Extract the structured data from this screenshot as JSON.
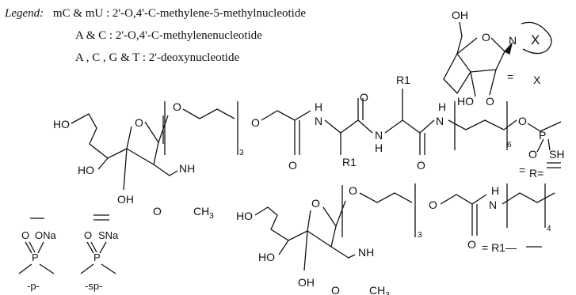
{
  "legend": {
    "header": "Legend:",
    "line1": "mC & mU : 2'-O,4'-C-methylene-5-methylnucleotide",
    "line2": "A  & C : 2'-O,4'-C-methylenenucleotide",
    "line3": "A , C , G & T : 2'-deoxynucleotide"
  },
  "lna": {
    "oh": "OH",
    "o1": "O",
    "n": "N",
    "x_circle": "X",
    "eq": "=",
    "x": "X",
    "ho": "HO",
    "o2": "O"
  },
  "main": {
    "ho_top": "HO",
    "o_ring": "O",
    "o_link": "O",
    "sub3": "3",
    "o_link2": "O",
    "h1": "H",
    "n1": "N",
    "o_c1": "O",
    "h2": "H",
    "n2": "N",
    "o_c2": "O",
    "r1_top": "R1",
    "r1_bot": "R1",
    "o_c3": "O",
    "h3": "H",
    "n3": "N",
    "sub6": "6",
    "o_p": "O",
    "p": "P",
    "o_p2": "O",
    "sh": "SH",
    "eq_r": "=",
    "r_eq": "R=",
    "ho_left": "HO",
    "nh": "NH",
    "oh_bot": "OH",
    "o_ac": "O",
    "ch3": "CH",
    "ch3_sub": "3"
  },
  "second": {
    "ho": "HO",
    "o_ring": "O",
    "o_link": "O",
    "sub3": "3",
    "o_link2": "O",
    "h": "H",
    "n": "N",
    "sub4": "4",
    "o_c": "O",
    "eq_r1": "= R1—",
    "ho_left": "HO",
    "nh": "NH",
    "oh": "OH",
    "o_ac": "O",
    "ch3": "CH",
    "ch3_sub": "3"
  },
  "phos": {
    "bar1": "—",
    "bar2": "═",
    "o1": "O",
    "ona": "ONa",
    "p1": "P",
    "lab1": "-p-",
    "o2": "O",
    "sna": "SNa",
    "p2": "P",
    "lab2": "-sp-"
  }
}
